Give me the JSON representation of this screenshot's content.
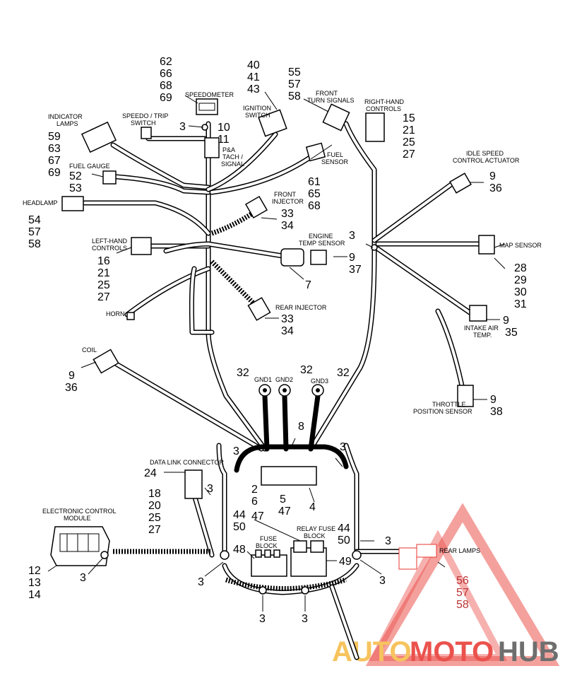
{
  "labels": {
    "speedometer": "SPEEDOMETER",
    "speedo_trip_1": "SPEEDO / TRIP",
    "speedo_trip_2": "SWITCH",
    "indicator_1": "INDICATOR",
    "indicator_2": "LAMPS",
    "ignition_1": "IGNITION",
    "ignition_2": "SWITCH",
    "front_turn_1": "FRONT",
    "front_turn_2": "TURN SIGNALS",
    "right_hand_1": "RIGHT-HAND",
    "right_hand_2": "CONTROLS",
    "pa_1": "P&A",
    "pa_2": "TACH /",
    "pa_3": "SIGNAL",
    "fuel_sensor_1": "FUEL",
    "fuel_sensor_2": "SENSOR",
    "fuel_gauge": "FUEL GAUGE",
    "idle_1": "IDLE SPEED",
    "idle_2": "CONTROL ACTUATOR",
    "headlamp": "HEADLAMP",
    "front_injector_1": "FRONT",
    "front_injector_2": "INJECTOR",
    "engine_temp_1": "ENGINE",
    "engine_temp_2": "TEMP SENSOR",
    "left_hand_1": "LEFT-HAND",
    "left_hand_2": "CONTROLS",
    "map_sensor": "MAP SENSOR",
    "rear_injector": "REAR INJECTOR",
    "horn": "HORN",
    "intake_1": "INTAKE AIR",
    "intake_2": "TEMP.",
    "coil": "COIL",
    "gnd1": "GND1",
    "gnd2": "GND2",
    "gnd3": "GND3",
    "throttle_1": "THROTTLE",
    "throttle_2": "POSITION SENSOR",
    "data_link": "DATA LINK CONNECTOR",
    "ecm_1": "ELECTRONIC CONTROL",
    "ecm_2": "MODULE",
    "relay_fuse_1": "RELAY FUSE",
    "relay_fuse_2": "BLOCK",
    "fuse_block_1": "FUSE",
    "fuse_block_2": "BLOCK",
    "rear_lamps": "REAR LAMPS"
  },
  "callouts": {
    "speedometer": [
      "62",
      "66",
      "68",
      "69"
    ],
    "ignition": [
      "40",
      "41",
      "43"
    ],
    "front_turn": [
      "55",
      "57",
      "58"
    ],
    "right_hand": [
      "15",
      "21",
      "25",
      "27"
    ],
    "speedo_trip": "3",
    "pa": [
      "10",
      "11"
    ],
    "indicator": [
      "59",
      "63",
      "67",
      "69"
    ],
    "fuel_gauge": [
      "52",
      "53"
    ],
    "fuel_sensor": [
      "61",
      "65",
      "68"
    ],
    "idle": [
      "9",
      "36"
    ],
    "headlamp": [
      "54",
      "57",
      "58"
    ],
    "front_injector": [
      "33",
      "34"
    ],
    "engine_temp": [
      "9",
      "37"
    ],
    "engine_temp_ref": "7",
    "junction_3": "3",
    "left_hand": [
      "16",
      "21",
      "25",
      "27"
    ],
    "map_sensor": [
      "28",
      "29",
      "30",
      "31"
    ],
    "rear_injector": [
      "33",
      "34"
    ],
    "intake": [
      "9",
      "35"
    ],
    "coil": [
      "9",
      "36"
    ],
    "gnd": [
      "32",
      "32",
      "32"
    ],
    "throttle": [
      "9",
      "38"
    ],
    "harness_8": "8",
    "clip_left": "3",
    "clip_right": "3",
    "data_link": "24",
    "data_link_list": [
      "18",
      "20",
      "25",
      "27"
    ],
    "data_link_clip": "3",
    "mid_left": [
      "2",
      "6"
    ],
    "mid_right": [
      "5",
      "47"
    ],
    "mid_4": "4",
    "fuse_left": [
      "44",
      "50"
    ],
    "fuse_47": "47",
    "fuse_48": "48",
    "relay_right": [
      "44",
      "50"
    ],
    "right_clip": "3",
    "relay_49": "49",
    "ecm": [
      "12",
      "13",
      "14"
    ],
    "ecm_clip": "3",
    "bottom_left_clip": "3",
    "bottom_clip_1": "3",
    "bottom_clip_2": "3",
    "bottom_right_clip": "3",
    "rear_lamps": [
      "56",
      "57",
      "58"
    ]
  },
  "watermark": {
    "part1": "AUTO",
    "part2": "MOTO",
    "part3": "HUB",
    "color1": "#f5b942",
    "color2": "#e8352e",
    "color3": "#555555"
  }
}
